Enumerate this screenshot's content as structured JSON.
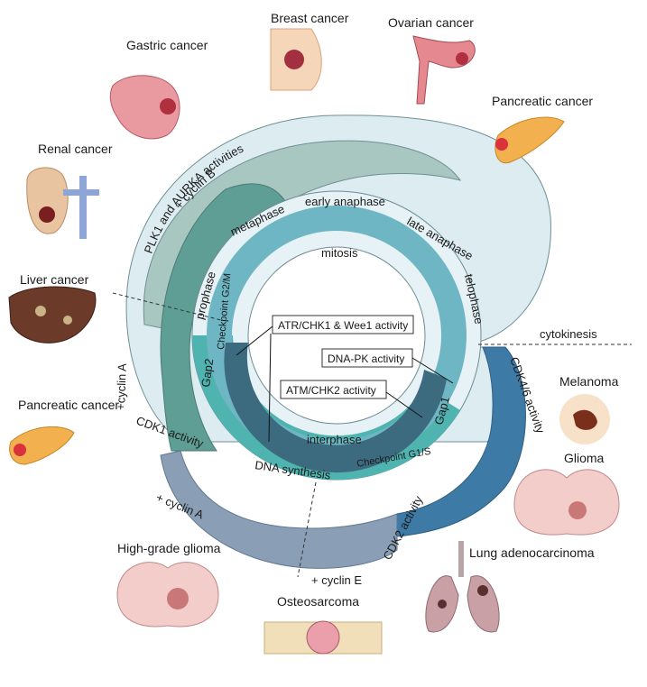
{
  "cancers": {
    "gastric": "Gastric cancer",
    "breast": "Breast cancer",
    "ovarian": "Ovarian cancer",
    "pancreatic_right": "Pancreatic cancer",
    "renal": "Renal cancer",
    "liver": "Liver cancer",
    "pancreatic_left": "Pancreatic cancer",
    "melanoma": "Melanoma",
    "glioma": "Glioma",
    "lung": "Lung adenocarcinoma",
    "hgg": "High-grade glioma",
    "osteo": "Osteosarcoma"
  },
  "mitosis_phases": {
    "early_anaphase": "early anaphase",
    "metaphase": "metaphase",
    "late_anaphase": "late anaphase",
    "prophase": "prophase",
    "telophase": "telophase",
    "mitosis": "mitosis"
  },
  "interphase_phases": {
    "gap2": "Gap2",
    "gap1": "Gap1",
    "dna_synthesis": "DNA synthesis",
    "interphase": "interphase"
  },
  "checkpoints": {
    "g2m": "Checkpoint G2/M",
    "g1s": "Checkpoint G1/S"
  },
  "activities": {
    "atr": "ATR/CHK1 & Wee1 activity",
    "dnapk": "DNA-PK activity",
    "atm": "ATM/CHK2 activity"
  },
  "kinase_labels": {
    "plk1": "PLK1 and AURKA activities",
    "cyclin_b": "+ cyclin B",
    "cyclin_a_left": "+cyclin A",
    "cdk1": "CDK1 activity",
    "cyclin_a_bottom": "+ cyclin A",
    "cyclin_e": "+ cyclin E",
    "cdk2": "CDK2 activity",
    "cdk46": "CDK4/6 activity",
    "cytokinesis": "cytokinesis"
  },
  "colors": {
    "outer_light": "#dcecf1",
    "plk_band": "#a9c7c1",
    "cdk1_band": "#5f9e94",
    "cdk46_band": "#3e7aa6",
    "cdk2_band": "#8a9fb6",
    "mitosis_ring": "#6fb6c4",
    "interphase_ring": "#4fb3b0",
    "center_light": "#d9eef2",
    "inner_dark": "#3c6b80"
  }
}
